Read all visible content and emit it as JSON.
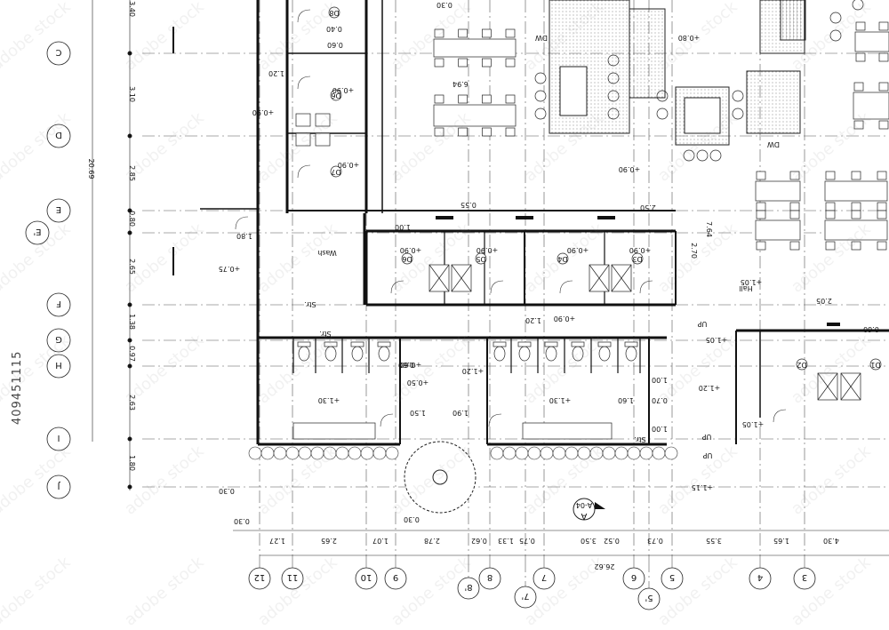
{
  "drawing": {
    "orientation": "rotated 180 degrees",
    "row_grid_labels": [
      "C",
      "D",
      "E",
      "E'",
      "F",
      "G",
      "H",
      "I",
      "J"
    ],
    "column_grid_labels": [
      "12",
      "11",
      "10",
      "9",
      "8'",
      "8",
      "7'",
      "7",
      "6",
      "5'",
      "5",
      "4",
      "3"
    ],
    "vertical_dimensions": [
      "3.40",
      "3.10",
      "2.85",
      "0.80",
      "2.65",
      "1.38",
      "0.97",
      "2.63",
      "1.80",
      "20.69"
    ],
    "bottom_dimensions": [
      "1.27",
      "2.65",
      "1.07",
      "2.78",
      "0.62",
      "1.33",
      "0.75",
      "3.50",
      "0.52",
      "0.73",
      "3.55",
      "1.65",
      "4.30",
      "26.62"
    ],
    "misc_dimensions": [
      "0.40",
      "0.60",
      "1.20",
      "0.30",
      "1.80",
      "0.55",
      "1.00",
      "2.50",
      "7.64",
      "2.70",
      "2.05",
      "0.60",
      "0.60",
      "1.50",
      "1.90",
      "1.60",
      "0.70",
      "0.30",
      "0.30",
      "0.30",
      "6.94",
      "1.00",
      "1.20",
      "1.00"
    ],
    "room_tags": [
      "D8",
      "D6",
      "D7",
      "D6",
      "D5",
      "D4",
      "D3",
      "D2",
      "D1"
    ],
    "levels": [
      "+0.90",
      "+0.90",
      "+0.90",
      "+0.90",
      "+0.90",
      "+0.90",
      "+0.90",
      "+0.90",
      "+0.75",
      "+0.60",
      "+0.50",
      "+1.20",
      "+1.30",
      "+1.30",
      "+1.05",
      "+1.05",
      "+1.20",
      "+1.15",
      "+0.80",
      "+0.90",
      "+1.05"
    ],
    "room_labels": [
      "Wash",
      "Str.",
      "Str.",
      "Str.",
      "Hall",
      "DW",
      "DW",
      "UP",
      "UP",
      "UP"
    ],
    "section_marker": {
      "letter": "A",
      "sheet": "A-04"
    },
    "stock_id": "409451115",
    "watermark_text": "adobe stock"
  }
}
